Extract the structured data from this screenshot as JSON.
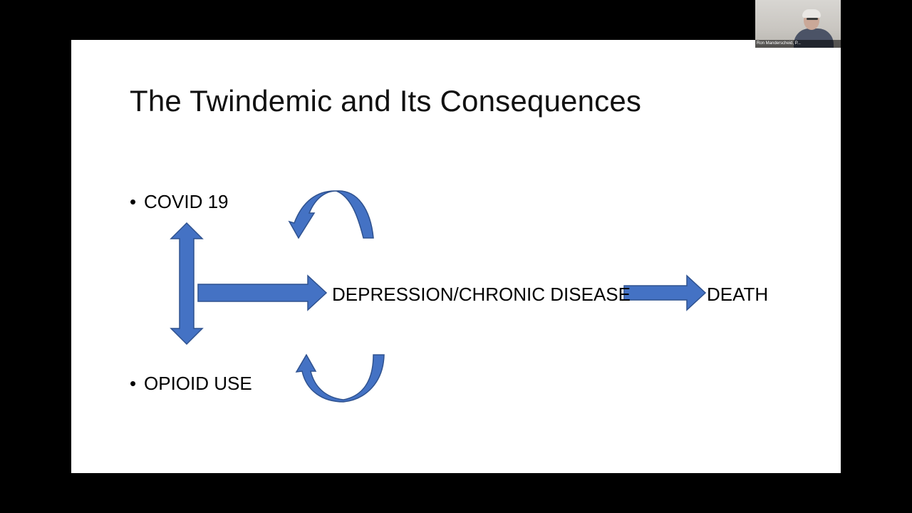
{
  "slide": {
    "title": "The Twindemic and Its Consequences",
    "bullets": [
      "COVID 19",
      "OPIOID USE"
    ],
    "bullet_symbol": "•",
    "labels": {
      "middle": "DEPRESSION/CHRONIC DISEASE",
      "end": "DEATH"
    },
    "arrow_color": "#4472c4",
    "arrow_outline": "#2f528f"
  },
  "participant": {
    "name": "Ron Manderscheid, P..."
  }
}
